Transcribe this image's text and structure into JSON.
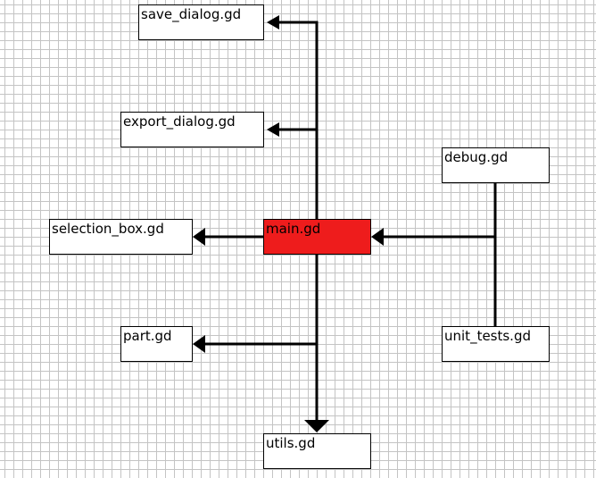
{
  "diagram": {
    "nodes": {
      "save_dialog": "save_dialog.gd",
      "export_dialog": "export_dialog.gd",
      "selection_box": "selection_box.gd",
      "part": "part.gd",
      "main": "main.gd",
      "utils": "utils.gd",
      "debug": "debug.gd",
      "unit_tests": "unit_tests.gd"
    },
    "colors": {
      "main_fill": "#ee1c1c",
      "node_fill": "#ffffff",
      "edge": "#000000",
      "grid": "#c4c4c4"
    },
    "edges": [
      {
        "from": "main.gd",
        "to": "save_dialog.gd"
      },
      {
        "from": "main.gd",
        "to": "export_dialog.gd"
      },
      {
        "from": "main.gd",
        "to": "selection_box.gd"
      },
      {
        "from": "main.gd",
        "to": "part.gd"
      },
      {
        "from": "main.gd",
        "to": "utils.gd"
      },
      {
        "from": "debug.gd",
        "to": "main.gd"
      },
      {
        "from": "unit_tests.gd",
        "to": "main.gd"
      }
    ]
  }
}
